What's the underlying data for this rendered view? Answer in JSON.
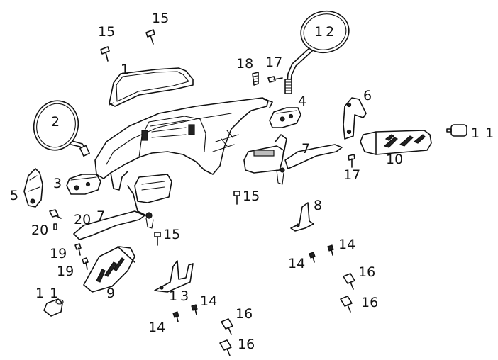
{
  "diagram": {
    "callouts": [
      {
        "id": "c1",
        "text": "1"
      },
      {
        "id": "c2",
        "text": "2"
      },
      {
        "id": "c3",
        "text": "3"
      },
      {
        "id": "c4",
        "text": "4"
      },
      {
        "id": "c5",
        "text": "5"
      },
      {
        "id": "c6",
        "text": "6"
      },
      {
        "id": "c7a",
        "text": "7"
      },
      {
        "id": "c7b",
        "text": "7"
      },
      {
        "id": "c8",
        "text": "8"
      },
      {
        "id": "c9",
        "text": "9"
      },
      {
        "id": "c10",
        "text": "10"
      },
      {
        "id": "c11a",
        "text": "11"
      },
      {
        "id": "c11b",
        "text": "11"
      },
      {
        "id": "c12",
        "text": "12"
      },
      {
        "id": "c13",
        "text": "13"
      },
      {
        "id": "c14a",
        "text": "14"
      },
      {
        "id": "c14b",
        "text": "14"
      },
      {
        "id": "c14c",
        "text": "14"
      },
      {
        "id": "c14d",
        "text": "14"
      },
      {
        "id": "c15a",
        "text": "15"
      },
      {
        "id": "c15b",
        "text": "15"
      },
      {
        "id": "c15c",
        "text": "15"
      },
      {
        "id": "c15d",
        "text": "15"
      },
      {
        "id": "c16a",
        "text": "16"
      },
      {
        "id": "c16b",
        "text": "16"
      },
      {
        "id": "c16c",
        "text": "16"
      },
      {
        "id": "c16d",
        "text": "16"
      },
      {
        "id": "c17a",
        "text": "17"
      },
      {
        "id": "c17b",
        "text": "17"
      },
      {
        "id": "c18",
        "text": "18"
      },
      {
        "id": "c19a",
        "text": "19"
      },
      {
        "id": "c19b",
        "text": "19"
      },
      {
        "id": "c20a",
        "text": "20"
      },
      {
        "id": "c20b",
        "text": "20"
      }
    ]
  }
}
